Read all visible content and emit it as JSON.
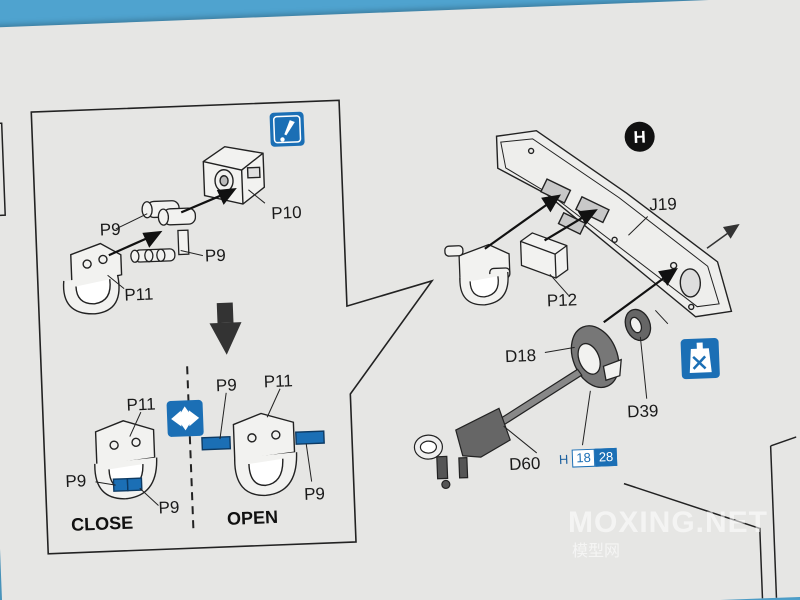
{
  "sheet": {
    "step_badge": "H",
    "inset_labels": {
      "p9_top": "P9",
      "p10": "P10",
      "p9_mid": "P9",
      "p11": "P11"
    },
    "close_labels": {
      "p11": "P11",
      "p9_left": "P9",
      "p9_right": "P9",
      "caption": "CLOSE"
    },
    "open_labels": {
      "p9": "P9",
      "p11": "P11",
      "p9_right": "P9",
      "caption": "OPEN"
    },
    "main_labels": {
      "j19": "J19",
      "p12": "P12",
      "d18": "D18",
      "d39": "D39",
      "d60": "D60"
    },
    "reference": {
      "prefix": "H",
      "left": "18",
      "right": "28"
    }
  },
  "watermark": {
    "text": "MOXING.NET",
    "subtext": "模型网"
  },
  "colors": {
    "accent_blue": "#1b6fb5",
    "paper": "#e6e6e4",
    "background": "#4fa3cf"
  },
  "icons": {
    "attention": "exclamation-icon",
    "rotate": "rotate-arrows-icon",
    "no_glue": "no-glue-icon"
  }
}
